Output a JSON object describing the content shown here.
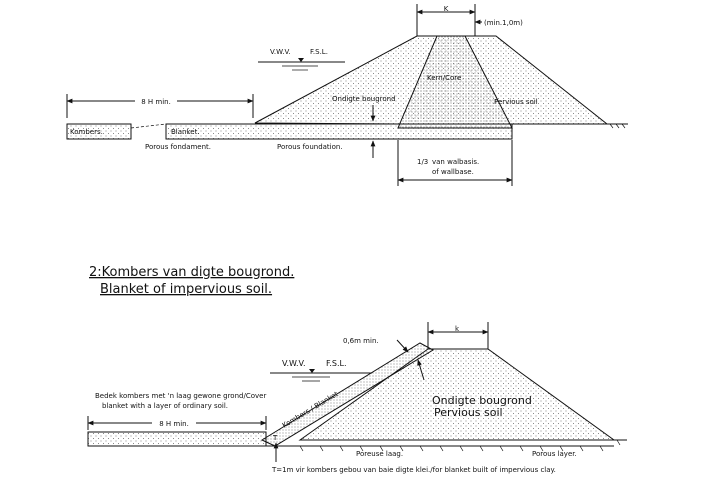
{
  "top": {
    "crest_width_label": "K",
    "crest_min_label": "(min.1,0m)",
    "water_level_af": "V.W.V.",
    "water_level_en": "F.S.L.",
    "length_label": "8 H min.",
    "impervious_label": "Ondigte bougrond",
    "core_label": "Kern/Core",
    "pervious_label": "Pervious soil",
    "kombers_label": "Kombers.",
    "blanket_label": "Blanket.",
    "porous_af": "Porous fondament.",
    "porous_en": "Porous foundation.",
    "wallbase_fraction": "1/3",
    "wallbase_af": "van walbasis.",
    "wallbase_en": "of wallbase."
  },
  "heading": {
    "line1": "2:Kombers van digte bougrond.",
    "line2": "Blanket of impervious soil."
  },
  "bottom": {
    "crest_width_label": "k",
    "blanket_thickness_label": "0,6m min.",
    "water_level_af": "V.W.V.",
    "water_level_en": "F.S.L.",
    "cover_note_line1": "Bedek kombers met 'n laag gewone grond/Cover",
    "cover_note_line2": "blanket with a layer of ordinary soil.",
    "length_label": "8 H min.",
    "blanket_label": "Kombers / Blanket",
    "impervious_label": "Ondigte bougrond",
    "pervious_label": "Pervious soil",
    "porous_af": "Poreuse laag.",
    "porous_en": "Porous layer.",
    "t_marker": "T",
    "footnote": "T=1m vir kombers gebou van baie digte klei./for blanket built of impervious clay."
  }
}
